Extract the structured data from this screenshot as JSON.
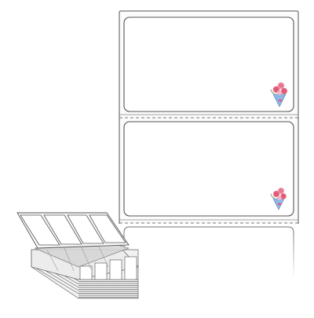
{
  "product": {
    "kind": "fanfold-label-stack",
    "label_count_visible": 2,
    "stack_columns": 4,
    "icon": "flower-bouquet-icon"
  },
  "colors": {
    "outline": "#555555",
    "label_fill": "#ffffff",
    "backing": "#fbfbfb",
    "perforation": "#777777",
    "stack_face": "#f2f2f2",
    "stack_shadow": "#e0e0e0",
    "flower_pink": "#e8637f",
    "flower_light": "#f5b4c3",
    "wrap_blue": "#8fb7e6",
    "ribbon": "#d9608a",
    "leaf": "#7fb07a"
  }
}
